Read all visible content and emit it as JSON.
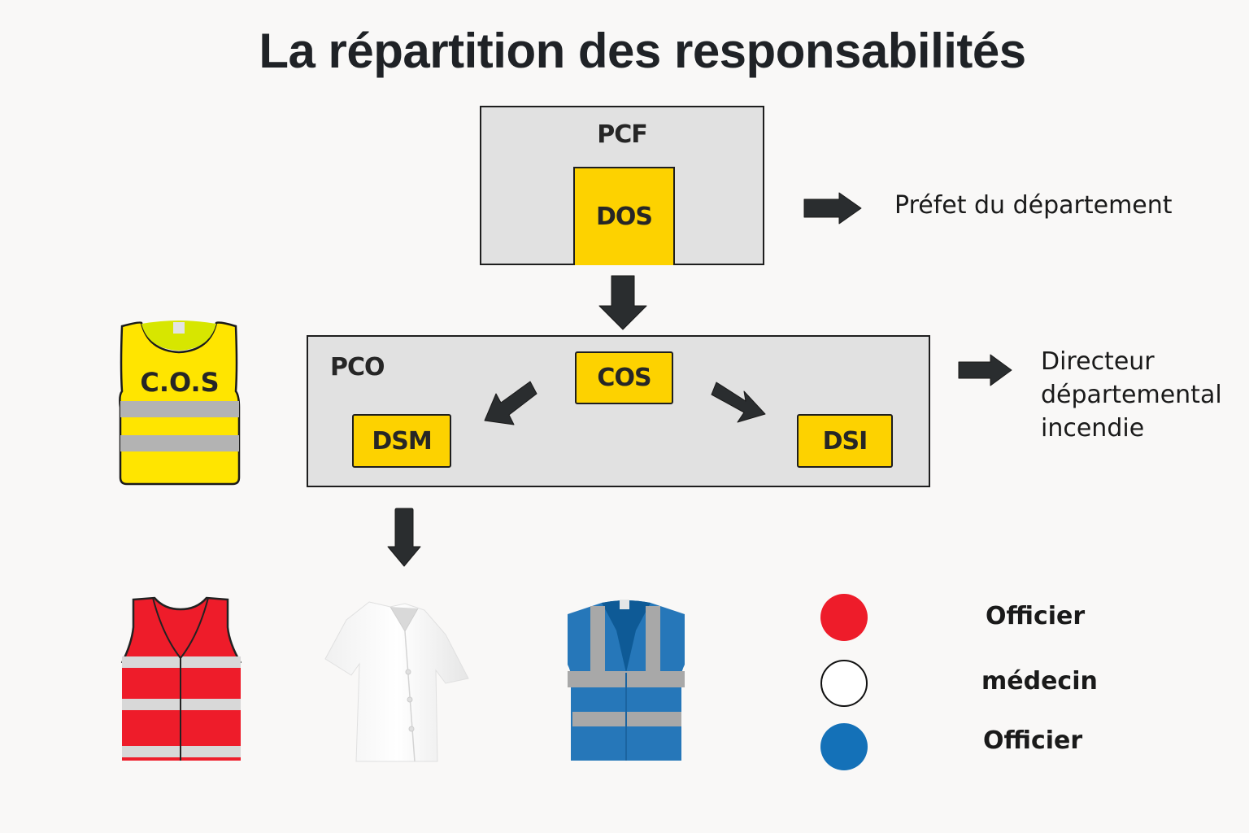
{
  "title": "La répartition des responsabilités",
  "pcf": {
    "label": "PCF",
    "role": "DOS",
    "note": "Préfet du département"
  },
  "pco": {
    "label": "PCO",
    "roles": {
      "cos": "COS",
      "dsm": "DSM",
      "dsi": "DSI"
    },
    "note_lines": [
      "Directeur",
      "départemental",
      "incendie"
    ]
  },
  "vests": {
    "cos_vest_text": "C.O.S"
  },
  "legend": [
    {
      "label": "Officier",
      "color": "#ee1c2a",
      "icon": "red-dot-icon"
    },
    {
      "label": "médecin",
      "color": "#ffffff",
      "icon": "white-dot-icon"
    },
    {
      "label": "Officier",
      "color": "#1471b8",
      "icon": "blue-dot-icon"
    }
  ],
  "colors": {
    "yellow": "#fdd200",
    "panel_gray": "#e1e1e1",
    "arrow_dark": "#2a2d2f",
    "red_vest": "#ee1c2a",
    "blue_vest": "#2677b9",
    "reflective": "#b3b3b3"
  }
}
